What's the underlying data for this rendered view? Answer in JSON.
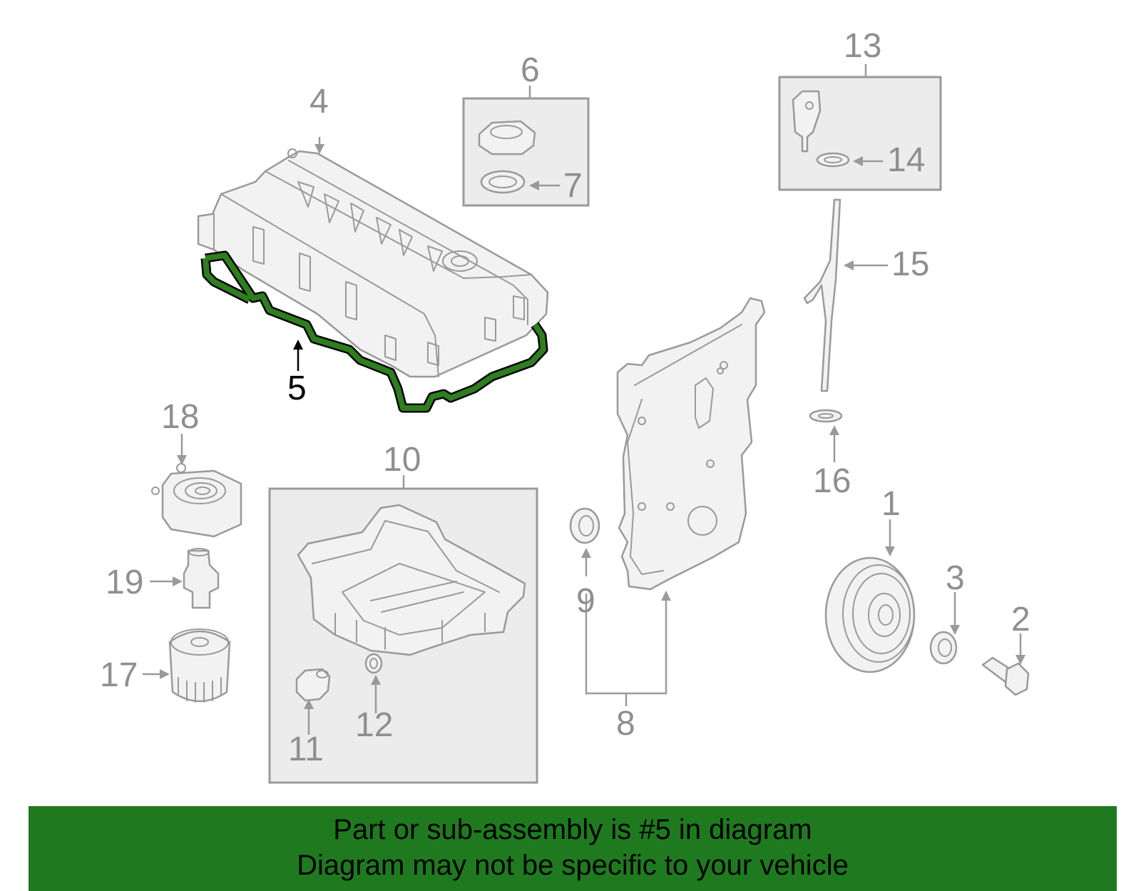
{
  "diagram": {
    "highlight_color": "#2e7d1f",
    "highlighted_part": "5",
    "callouts": [
      "1",
      "2",
      "3",
      "4",
      "5",
      "6",
      "7",
      "8",
      "9",
      "10",
      "11",
      "12",
      "13",
      "14",
      "15",
      "16",
      "17",
      "18",
      "19"
    ]
  },
  "banner": {
    "color": "#1f7a1f",
    "line1": "Part or sub-assembly is #5 in diagram",
    "line2": "Diagram may not be specific to your vehicle"
  }
}
